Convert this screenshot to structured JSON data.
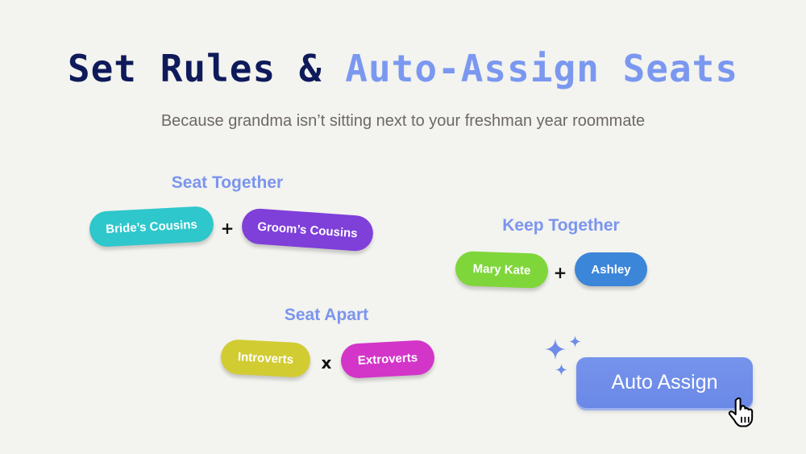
{
  "header": {
    "title_part1": "Set Rules &",
    "title_part2": "Auto-Assign Seats",
    "subtitle": "Because grandma isn’t sitting next to your freshman year roommate"
  },
  "rules": {
    "seat_together": {
      "label": "Seat Together",
      "group_a": "Bride’s Cousins",
      "operator": "+",
      "group_b": "Groom’s Cousins"
    },
    "keep_together": {
      "label": "Keep Together",
      "group_a": "Mary Kate",
      "operator": "+",
      "group_b": "Ashley"
    },
    "seat_apart": {
      "label": "Seat Apart",
      "group_a": "Introverts",
      "operator": "x",
      "group_b": "Extroverts"
    }
  },
  "action": {
    "auto_assign_label": "Auto Assign"
  },
  "colors": {
    "brides_cousins": "#2ec7cc",
    "grooms_cousins": "#7f3fd9",
    "mary_kate": "#7fd63a",
    "ashley": "#3b86d8",
    "introverts": "#d2cc33",
    "extroverts": "#d335c9",
    "accent": "#7b95ee"
  }
}
